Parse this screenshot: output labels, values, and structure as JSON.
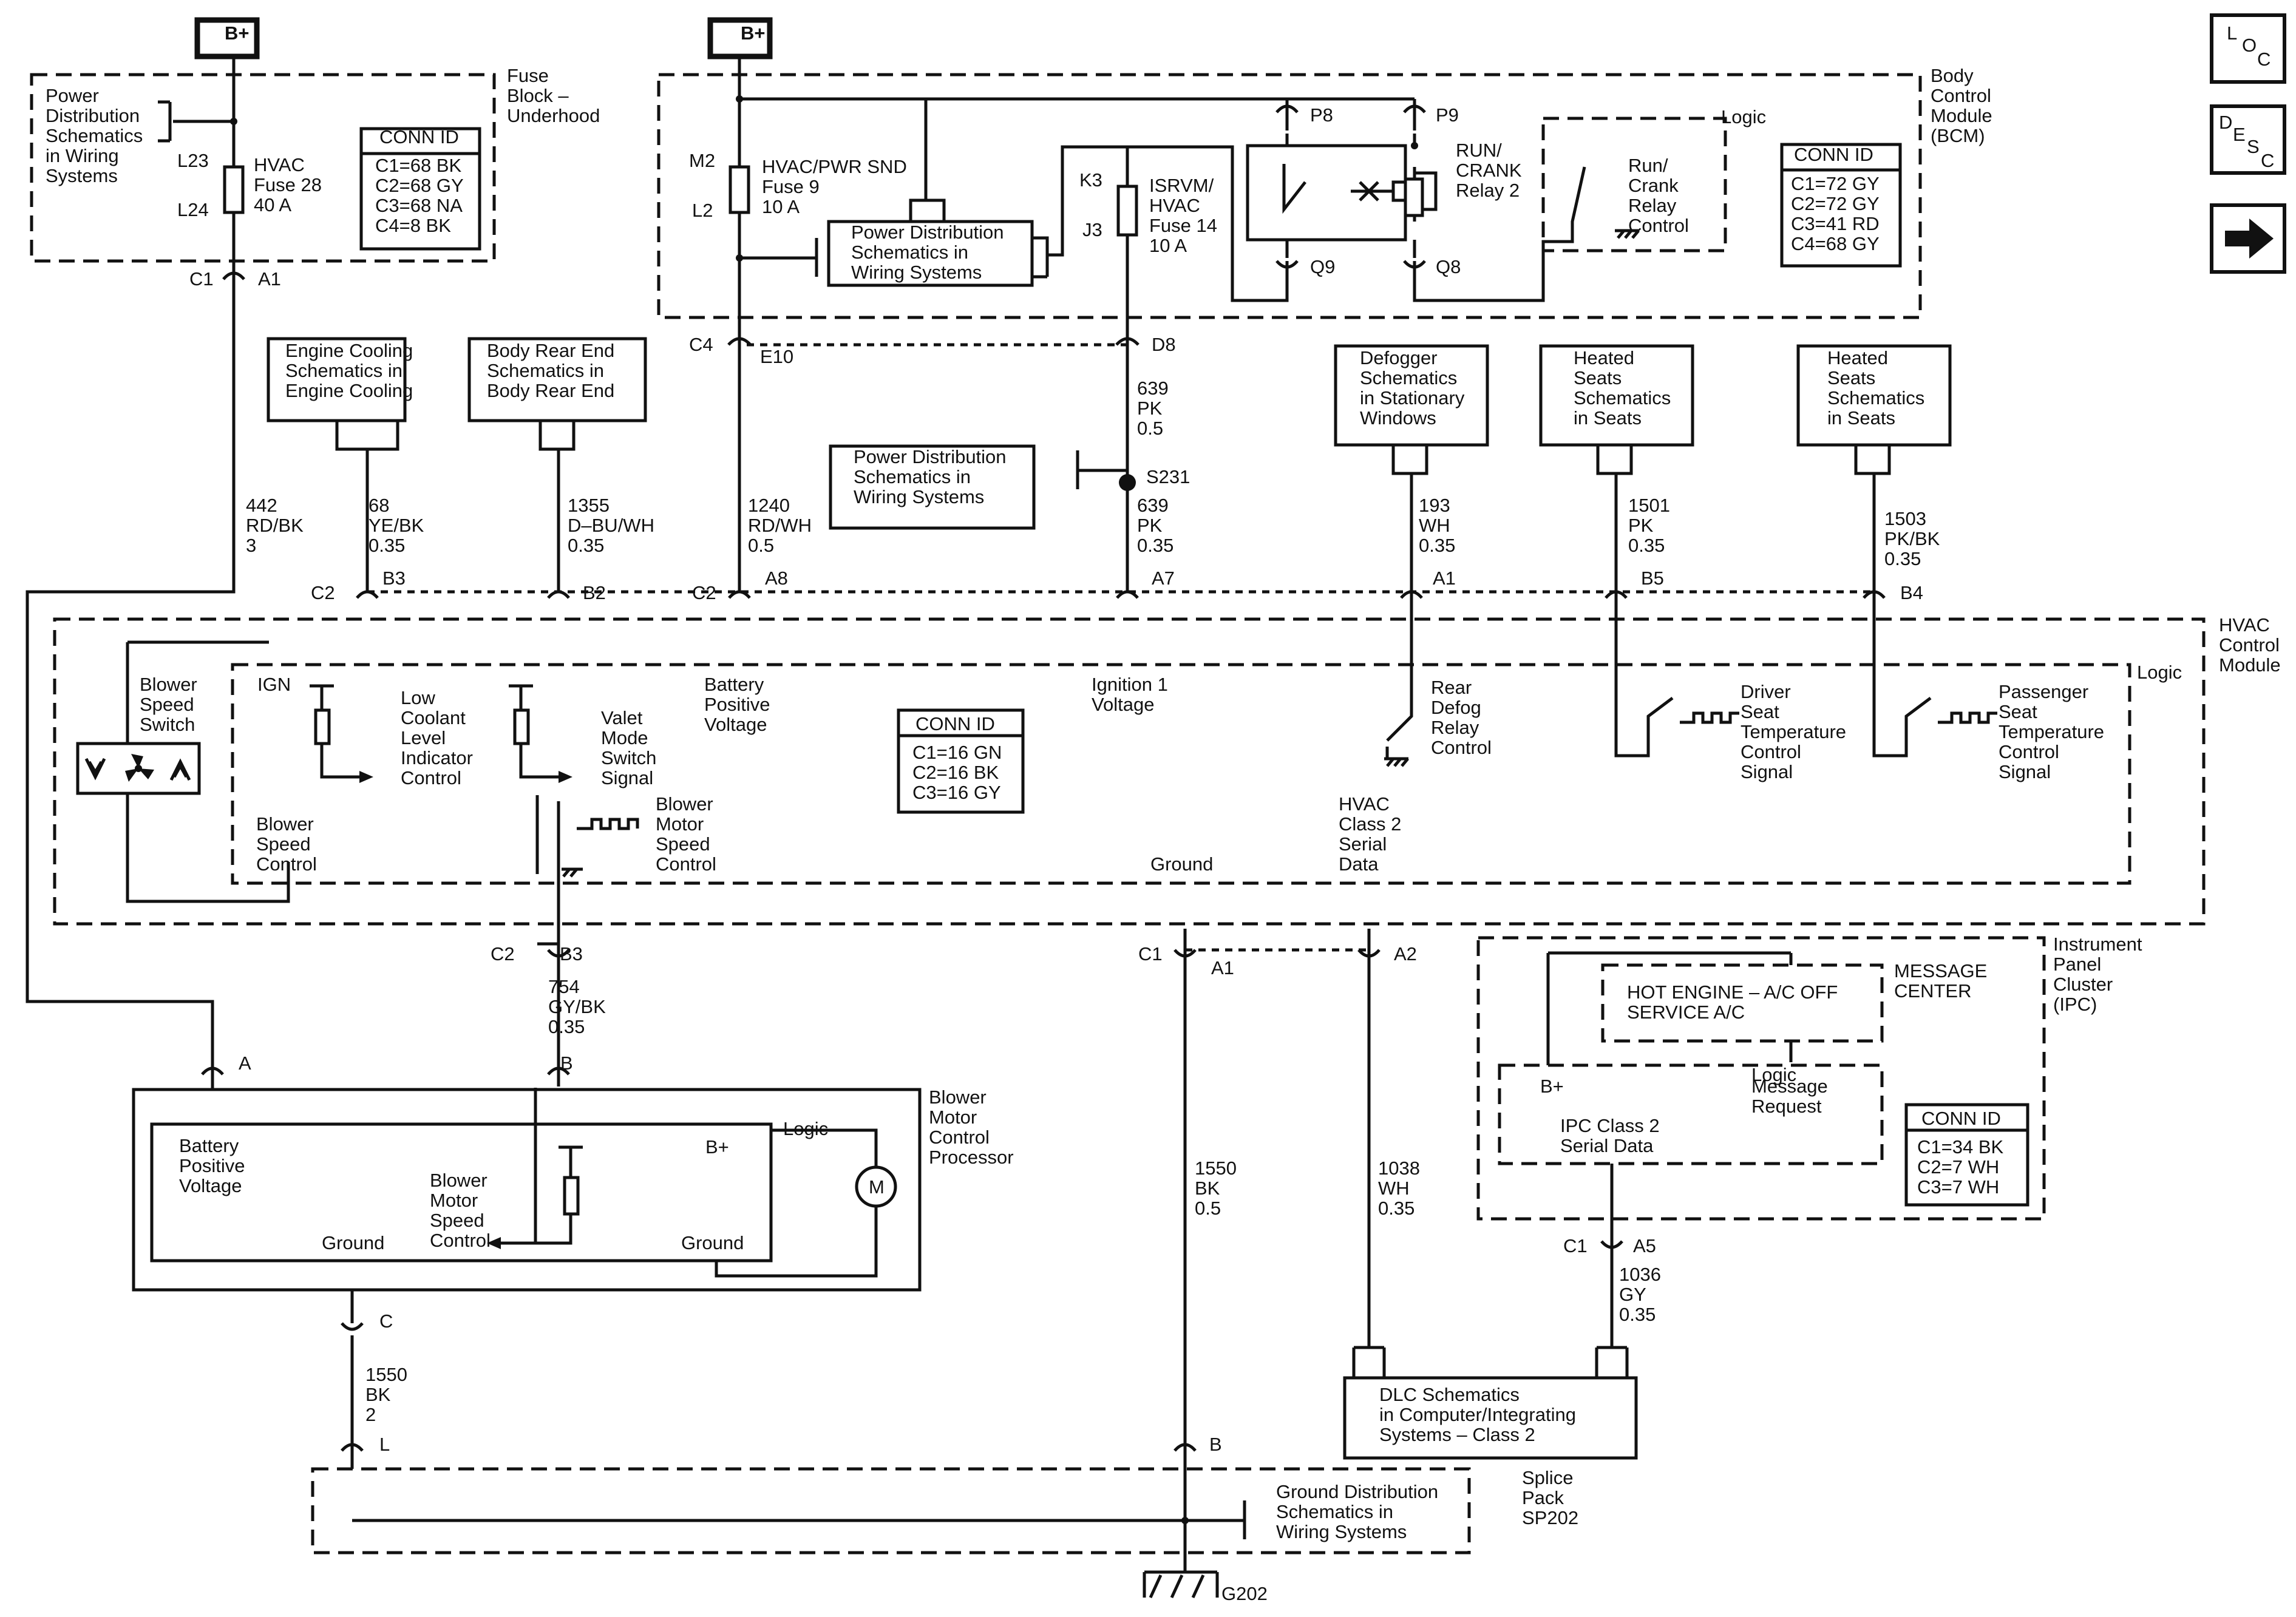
{
  "nav": {
    "loc": [
      "L",
      "O",
      "C"
    ],
    "desc": [
      "D",
      "E",
      "S",
      "C"
    ]
  },
  "labels": [
    [
      "B+",
      370,
      65
    ],
    [
      "B+",
      1220,
      65
    ],
    [
      "Fuse",
      835,
      135
    ],
    [
      "Block –",
      835,
      168
    ],
    [
      "Underhood",
      835,
      201
    ],
    [
      "Power",
      75,
      168
    ],
    [
      "Distribution",
      75,
      201
    ],
    [
      "Schematics",
      75,
      234
    ],
    [
      "in Wiring",
      75,
      267
    ],
    [
      "Systems",
      75,
      300
    ],
    [
      "L23",
      292,
      275
    ],
    [
      "L24",
      292,
      356
    ],
    [
      "HVAC",
      418,
      282
    ],
    [
      "Fuse 28",
      418,
      315
    ],
    [
      "40 A",
      418,
      348
    ],
    [
      "CONN ID",
      625,
      236
    ],
    [
      "C1=68 BK",
      618,
      283
    ],
    [
      "C2=68 GY",
      618,
      316
    ],
    [
      "C3=68 NA",
      618,
      349
    ],
    [
      "C4=8 BK",
      618,
      382
    ],
    [
      "C1",
      312,
      470
    ],
    [
      "A1",
      425,
      470
    ],
    [
      "Body",
      3180,
      135
    ],
    [
      "Control",
      3180,
      168
    ],
    [
      "Module",
      3180,
      201
    ],
    [
      "(BCM)",
      3180,
      234
    ],
    [
      "Logic",
      2835,
      203
    ],
    [
      "M2",
      1135,
      275
    ],
    [
      "L2",
      1140,
      357
    ],
    [
      "HVAC/PWR SND",
      1255,
      285
    ],
    [
      "Fuse 9",
      1255,
      318
    ],
    [
      "10 A",
      1255,
      351
    ],
    [
      "Power Distribution",
      1402,
      393
    ],
    [
      "Schematics in",
      1402,
      426
    ],
    [
      "Wiring Systems",
      1402,
      459
    ],
    [
      "K3",
      1778,
      307
    ],
    [
      "J3",
      1783,
      389
    ],
    [
      "ISRVM/",
      1893,
      316
    ],
    [
      "HVAC",
      1893,
      349
    ],
    [
      "Fuse 14",
      1893,
      382
    ],
    [
      "10 A",
      1893,
      415
    ],
    [
      "P8",
      2158,
      200
    ],
    [
      "P9",
      2365,
      200
    ],
    [
      "Q9",
      2158,
      450
    ],
    [
      "Q8",
      2365,
      450
    ],
    [
      "RUN/",
      2398,
      258
    ],
    [
      "CRANK",
      2398,
      291
    ],
    [
      "Relay 2",
      2398,
      324
    ],
    [
      "Run/",
      2682,
      283
    ],
    [
      "Crank",
      2682,
      316
    ],
    [
      "Relay",
      2682,
      349
    ],
    [
      "Control",
      2682,
      382
    ],
    [
      "CONN ID",
      2955,
      265
    ],
    [
      "C1=72 GY",
      2950,
      313
    ],
    [
      "C2=72 GY",
      2950,
      346
    ],
    [
      "C3=41 RD",
      2950,
      379
    ],
    [
      "C4=68 GY",
      2950,
      412
    ],
    [
      "C4",
      1135,
      578
    ],
    [
      "E10",
      1252,
      598
    ],
    [
      "D8",
      1897,
      578
    ],
    [
      "Engine Cooling",
      470,
      588
    ],
    [
      "Schematics in",
      470,
      621
    ],
    [
      "Engine Cooling",
      470,
      654
    ],
    [
      "Body Rear End",
      802,
      588
    ],
    [
      "Schematics in",
      802,
      621
    ],
    [
      "Body Rear End",
      802,
      654
    ],
    [
      "639",
      1873,
      650
    ],
    [
      "PK",
      1873,
      683
    ],
    [
      "0.5",
      1873,
      716
    ],
    [
      "Power Distribution",
      1406,
      763
    ],
    [
      "Schematics in",
      1406,
      796
    ],
    [
      "Wiring Systems",
      1406,
      829
    ],
    [
      "S231",
      1888,
      796
    ],
    [
      "639",
      1873,
      843
    ],
    [
      "PK",
      1873,
      876
    ],
    [
      "0.35",
      1873,
      909
    ],
    [
      "Defogger",
      2240,
      600
    ],
    [
      "Schematics",
      2240,
      633
    ],
    [
      "in Stationary",
      2240,
      666
    ],
    [
      "Windows",
      2240,
      699
    ],
    [
      "193",
      2337,
      843
    ],
    [
      "WH",
      2337,
      876
    ],
    [
      "0.35",
      2337,
      909
    ],
    [
      "Heated",
      2592,
      600
    ],
    [
      "Seats",
      2592,
      633
    ],
    [
      "Schematics",
      2592,
      666
    ],
    [
      "in Seats",
      2592,
      699
    ],
    [
      "1501",
      2682,
      843
    ],
    [
      "PK",
      2682,
      876
    ],
    [
      "0.35",
      2682,
      909
    ],
    [
      "Heated",
      3010,
      600
    ],
    [
      "Seats",
      3010,
      633
    ],
    [
      "Schematics",
      3010,
      666
    ],
    [
      "in Seats",
      3010,
      699
    ],
    [
      "1503",
      3104,
      865
    ],
    [
      "PK/BK",
      3104,
      898
    ],
    [
      "0.35",
      3104,
      931
    ],
    [
      "442",
      405,
      843
    ],
    [
      "RD/BK",
      405,
      876
    ],
    [
      "3",
      405,
      909
    ],
    [
      "68",
      607,
      843
    ],
    [
      "YE/BK",
      607,
      876
    ],
    [
      "0.35",
      607,
      909
    ],
    [
      "1355",
      935,
      843
    ],
    [
      "D–BU/WH",
      935,
      876
    ],
    [
      "0.35",
      935,
      909
    ],
    [
      "1240",
      1232,
      843
    ],
    [
      "RD/WH",
      1232,
      876
    ],
    [
      "0.5",
      1232,
      909
    ],
    [
      "C2",
      512,
      987
    ],
    [
      "B3",
      630,
      963
    ],
    [
      "B2",
      960,
      987
    ],
    [
      "C2",
      1140,
      987
    ],
    [
      "A8",
      1260,
      963
    ],
    [
      "A7",
      1897,
      963
    ],
    [
      "A1",
      2360,
      963
    ],
    [
      "B5",
      2703,
      963
    ],
    [
      "B4",
      3130,
      987
    ],
    [
      "HVAC",
      3655,
      1040
    ],
    [
      "Control",
      3655,
      1073
    ],
    [
      "Module",
      3655,
      1106
    ],
    [
      "Logic",
      3520,
      1118
    ],
    [
      "Blower",
      230,
      1138
    ],
    [
      "Speed",
      230,
      1171
    ],
    [
      "Switch",
      230,
      1204
    ],
    [
      "IGN",
      424,
      1138
    ],
    [
      "Low",
      660,
      1160
    ],
    [
      "Coolant",
      660,
      1193
    ],
    [
      "Level",
      660,
      1226
    ],
    [
      "Indicator",
      660,
      1259
    ],
    [
      "Control",
      660,
      1292
    ],
    [
      "Valet",
      990,
      1193
    ],
    [
      "Mode",
      990,
      1226
    ],
    [
      "Switch",
      990,
      1259
    ],
    [
      "Signal",
      990,
      1292
    ],
    [
      "Battery",
      1160,
      1138
    ],
    [
      "Positive",
      1160,
      1171
    ],
    [
      "Voltage",
      1160,
      1204
    ],
    [
      "Ignition 1",
      1798,
      1138
    ],
    [
      "Voltage",
      1798,
      1171
    ],
    [
      "Rear",
      2357,
      1143
    ],
    [
      "Defog",
      2357,
      1176
    ],
    [
      "Relay",
      2357,
      1209
    ],
    [
      "Control",
      2357,
      1242
    ],
    [
      "Driver",
      2867,
      1150
    ],
    [
      "Seat",
      2867,
      1183
    ],
    [
      "Temperature",
      2867,
      1216
    ],
    [
      "Control",
      2867,
      1249
    ],
    [
      "Signal",
      2867,
      1282
    ],
    [
      "Passenger",
      3292,
      1150
    ],
    [
      "Seat",
      3292,
      1183
    ],
    [
      "Temperature",
      3292,
      1216
    ],
    [
      "Control",
      3292,
      1249
    ],
    [
      "Signal",
      3292,
      1282
    ],
    [
      "CONN ID",
      1508,
      1203
    ],
    [
      "C1=16 GN",
      1503,
      1250
    ],
    [
      "C2=16 BK",
      1503,
      1283
    ],
    [
      "C3=16 GY",
      1503,
      1316
    ],
    [
      "Blower",
      1080,
      1335
    ],
    [
      "Motor",
      1080,
      1368
    ],
    [
      "Speed",
      1080,
      1401
    ],
    [
      "Control",
      1080,
      1434
    ],
    [
      "Blower",
      422,
      1368
    ],
    [
      "Speed",
      422,
      1401
    ],
    [
      "Control",
      422,
      1434
    ],
    [
      "HVAC",
      2205,
      1335
    ],
    [
      "Class 2",
      2205,
      1368
    ],
    [
      "Serial",
      2205,
      1401
    ],
    [
      "Data",
      2205,
      1434
    ],
    [
      "Ground",
      1895,
      1434
    ],
    [
      "C2",
      808,
      1582
    ],
    [
      "B3",
      922,
      1582
    ],
    [
      "C1",
      1875,
      1582
    ],
    [
      "A1",
      1995,
      1605
    ],
    [
      "A2",
      2296,
      1582
    ],
    [
      "754",
      903,
      1636
    ],
    [
      "GY/BK",
      903,
      1669
    ],
    [
      "0.35",
      903,
      1702
    ],
    [
      "Instrument",
      3382,
      1566
    ],
    [
      "Panel",
      3382,
      1599
    ],
    [
      "Cluster",
      3382,
      1632
    ],
    [
      "(IPC)",
      3382,
      1665
    ],
    [
      "MESSAGE",
      3120,
      1610
    ],
    [
      "CENTER",
      3120,
      1643
    ],
    [
      "HOT ENGINE – A/C OFF",
      2680,
      1645
    ],
    [
      "SERVICE A/C",
      2680,
      1678
    ],
    [
      "A",
      393,
      1762
    ],
    [
      "B",
      923,
      1762
    ],
    [
      "Blower",
      1530,
      1818
    ],
    [
      "Motor",
      1530,
      1851
    ],
    [
      "Control",
      1530,
      1884
    ],
    [
      "Processor",
      1530,
      1917
    ],
    [
      "Logic",
      2885,
      1781
    ],
    [
      "Logic",
      1290,
      1870
    ],
    [
      "B+",
      1162,
      1900
    ],
    [
      "Battery",
      295,
      1898
    ],
    [
      "Positive",
      295,
      1931
    ],
    [
      "Voltage",
      295,
      1964
    ],
    [
      "Blower",
      708,
      1955
    ],
    [
      "Motor",
      708,
      1988
    ],
    [
      "Speed",
      708,
      2021
    ],
    [
      "Control",
      708,
      2054
    ],
    [
      "B+",
      2537,
      1800
    ],
    [
      "Message",
      2885,
      1800
    ],
    [
      "Request",
      2885,
      1833
    ],
    [
      "IPC Class 2",
      2570,
      1865
    ],
    [
      "Serial Data",
      2570,
      1898
    ],
    [
      "CONN ID",
      3165,
      1853
    ],
    [
      "C1=34 BK",
      3158,
      1900
    ],
    [
      "C2=7 WH",
      3158,
      1933
    ],
    [
      "C3=7 WH",
      3158,
      1966
    ],
    [
      "1550",
      1968,
      1935
    ],
    [
      "BK",
      1968,
      1968
    ],
    [
      "0.5",
      1968,
      2001
    ],
    [
      "1038",
      2270,
      1935
    ],
    [
      "WH",
      2270,
      1968
    ],
    [
      "0.35",
      2270,
      2001
    ],
    [
      "Ground",
      530,
      2058
    ],
    [
      "Ground",
      1122,
      2058
    ],
    [
      "C1",
      2575,
      2063
    ],
    [
      "A5",
      2690,
      2063
    ],
    [
      "1036",
      2667,
      2110
    ],
    [
      "GY",
      2667,
      2143
    ],
    [
      "0.35",
      2667,
      2176
    ],
    [
      "C",
      625,
      2187
    ],
    [
      "DLC Schematics",
      2272,
      2308
    ],
    [
      "in Computer/Integrating",
      2272,
      2341
    ],
    [
      "Systems – Class 2",
      2272,
      2374
    ],
    [
      "1550",
      602,
      2275
    ],
    [
      "BK",
      602,
      2308
    ],
    [
      "2",
      602,
      2341
    ],
    [
      "L",
      625,
      2390
    ],
    [
      "B",
      1992,
      2390
    ],
    [
      "Ground Distribution",
      2102,
      2468
    ],
    [
      "Schematics in",
      2102,
      2501
    ],
    [
      "Wiring Systems",
      2102,
      2534
    ],
    [
      "Splice",
      2507,
      2445
    ],
    [
      "Pack",
      2507,
      2478
    ],
    [
      "SP202",
      2507,
      2511
    ],
    [
      "G202",
      2012,
      2636
    ]
  ]
}
